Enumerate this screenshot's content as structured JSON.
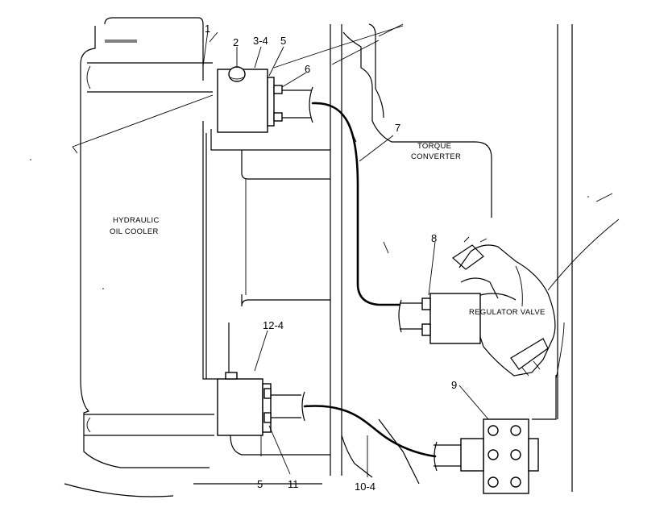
{
  "callouts": {
    "c1": "1",
    "c2": "2",
    "c3_4": "3-4",
    "c5_top": "5",
    "c6": "6",
    "c7": "7",
    "c8": "8",
    "c9": "9",
    "c12_4": "12-4",
    "c5_bottom": "5",
    "c11": "11",
    "c10_4": "10-4"
  },
  "labels": {
    "torque_converter_line1": "TORQUE",
    "torque_converter_line2": "CONVERTER",
    "oil_cooler_line1": "HYDRAULIC",
    "oil_cooler_line2": "OIL COOLER",
    "regulator_valve": "REGULATOR VALVE"
  }
}
